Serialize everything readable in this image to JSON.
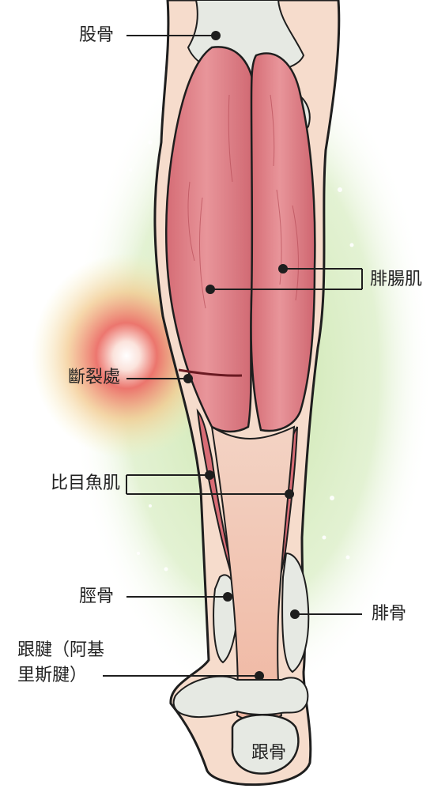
{
  "labels": {
    "femur": "股骨",
    "gastrocnemius": "腓腸肌",
    "rupture_site": "斷裂處",
    "soleus": "比目魚肌",
    "tibia": "脛骨",
    "fibula": "腓骨",
    "achilles_line1": "跟腱（阿基",
    "achilles_line2": "里斯腱）",
    "calcaneus": "跟骨"
  },
  "colors": {
    "muscle": "#e07f86",
    "muscle_dark": "#c4555f",
    "skin": "#f6dccc",
    "bone": "#e6e9e3",
    "tendon": "#f5c5b3",
    "outline": "#1e1e1e",
    "glow_green": "#bfe0a0",
    "glow_red": "#ec6f68",
    "glow_yellow": "#f3e7a6"
  }
}
